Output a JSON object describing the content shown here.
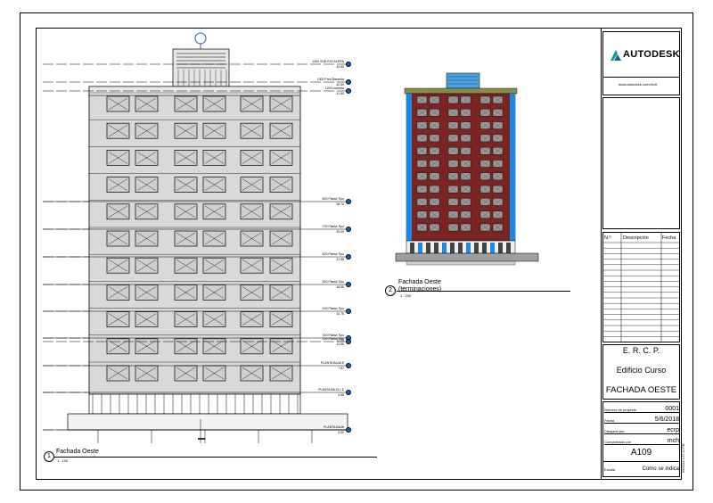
{
  "sheet": {
    "brand": "AUTODESK",
    "website": "www.autodesk.com/revit",
    "revision_table": {
      "col_no": "N.º",
      "col_desc": "Descripción",
      "col_date": "Fecha"
    },
    "company": "E. R. C. P.",
    "project": "Edificio Curso",
    "sheet_title": "FACHADA OESTE",
    "fields": [
      {
        "label": "Número de proyecto",
        "value": "0001"
      },
      {
        "label": "Fecha",
        "value": "5/6/2018"
      },
      {
        "label": "Dibujado por",
        "value": "ecrp"
      },
      {
        "label": "Comprobado por",
        "value": "mch"
      }
    ],
    "sheet_number": "A109",
    "scale_label": "Escala",
    "scale_value": "Como se indica",
    "side_stamp": "5/6/2018 4:37:41 PM"
  },
  "views": [
    {
      "number": "1",
      "title": "Fachada Oeste",
      "scale": "1 : 100"
    },
    {
      "number": "2",
      "title": "Fachada Oeste\n(terminaciones)",
      "scale": "1 : 200"
    }
  ],
  "levels": [
    {
      "name": "1400 SUB ESCALERA",
      "elev": "44.80"
    },
    {
      "name": "1300 Pred Baranda",
      "elev": "42.60"
    },
    {
      "name": "1200 cubierta",
      "elev": "41.80"
    },
    {
      "name": "800 Planta Tipo",
      "elev": "28.70"
    },
    {
      "name": "700 Planta Tipo",
      "elev": "25.09"
    },
    {
      "name": "600 Planta Tipo",
      "elev": "21.95"
    },
    {
      "name": "500 Planta Tipo",
      "elev": "18.55"
    },
    {
      "name": "400 Planta Tipo",
      "elev": "15.75"
    },
    {
      "name": "300 Planta Tipo",
      "elev": "12.25"
    },
    {
      "name": "200 Planta Tipo",
      "elev": "11.55"
    },
    {
      "name": "PLANTA BAJA E",
      "elev": "7.87"
    },
    {
      "name": "PLANTA BAJA L E",
      "elev": "4.55"
    },
    {
      "name": "PLANTA BAJA",
      "elev": "0.00"
    }
  ],
  "colors": {
    "facade_gray": "#d9d9d9",
    "brick": "#7a2424",
    "glass_blue": "#1e88e5",
    "roof_blue": "#4aa3df",
    "bubble": "#1565c0",
    "brand_green": "#00a19b"
  }
}
